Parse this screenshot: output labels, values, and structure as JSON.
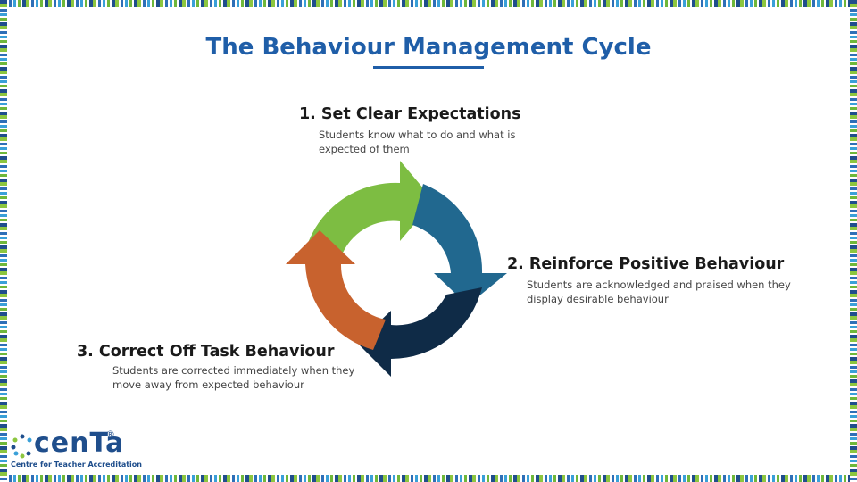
{
  "title": "The Behaviour Management Cycle",
  "steps": [
    {
      "title": "1. Set Clear Expectations",
      "description": "Students know what to do and what is expected of them",
      "color": "#7dbd42"
    },
    {
      "title": "2. Reinforce Positive Behaviour",
      "description": "Students are acknowledged and praised when they display desirable behaviour",
      "color": "#21688f"
    },
    {
      "title": "3. Correct Off Task Behaviour",
      "description": "Students are corrected immediately when they move away from expected behaviour",
      "color": "#c8622e"
    }
  ],
  "fourth_arrow_color": "#0f2b47",
  "title_color": "#1f5ea8",
  "logo": {
    "word": "cenTa",
    "registered": "®",
    "tagline": "Centre for Teacher Accreditation"
  }
}
